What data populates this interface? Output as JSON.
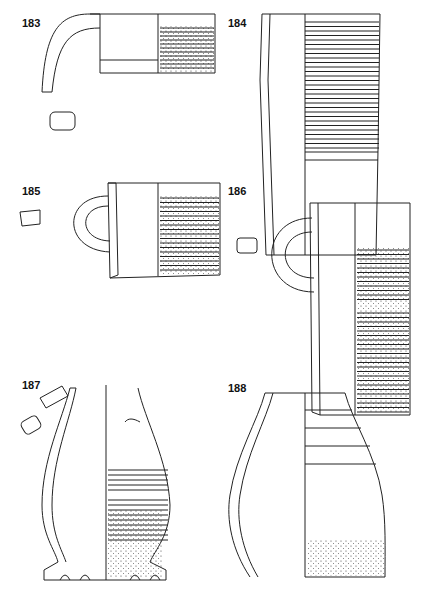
{
  "diagram": {
    "labels": [
      "183",
      "184",
      "185",
      "186",
      "187",
      "188"
    ]
  }
}
